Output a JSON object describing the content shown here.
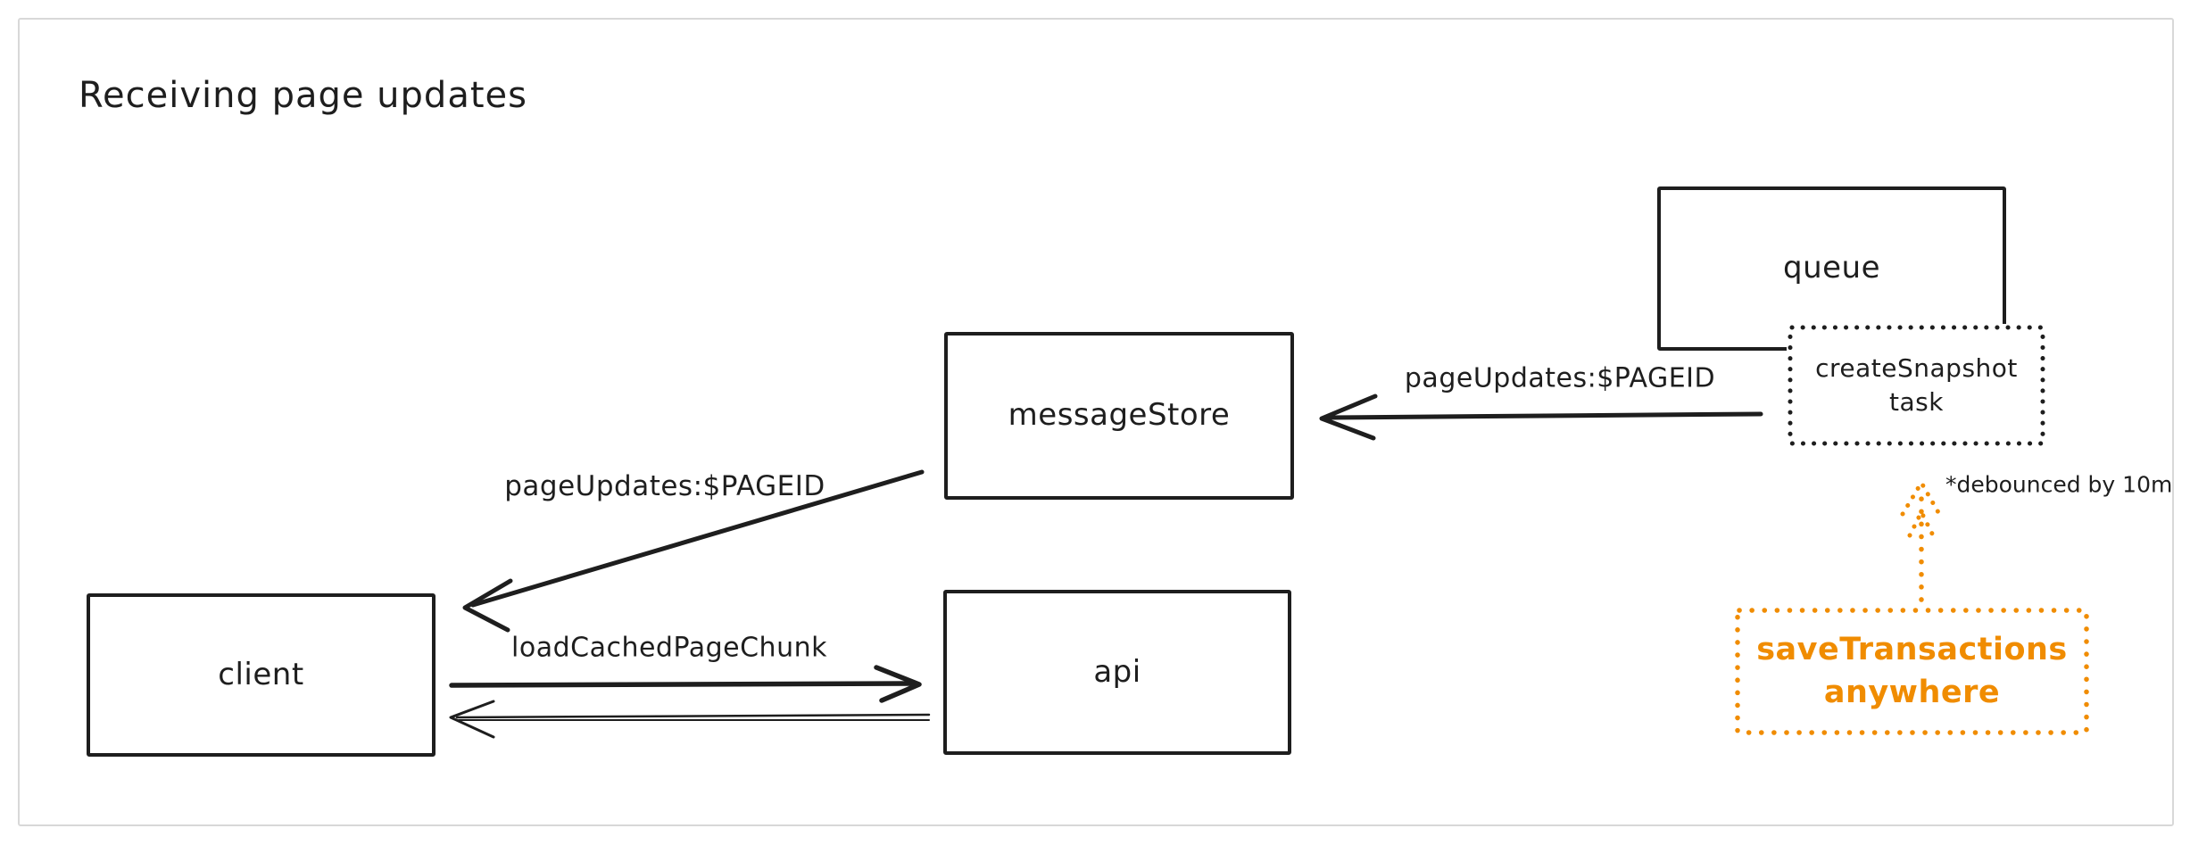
{
  "title": "Receiving page updates",
  "colors": {
    "stroke": "#1e1e1e",
    "accent_orange": "#f08c00",
    "frame_border": "#d8d8d8",
    "background": "#ffffff"
  },
  "nodes": {
    "queue": {
      "label": "queue",
      "style": "solid"
    },
    "create_snapshot_task": {
      "label": "createSnapshot\ntask",
      "style": "dotted"
    },
    "message_store": {
      "label": "messageStore",
      "style": "solid"
    },
    "client": {
      "label": "client",
      "style": "solid"
    },
    "api": {
      "label": "api",
      "style": "solid"
    },
    "save_transactions": {
      "label": "saveTransactions\nanywhere",
      "style": "dotted-orange"
    }
  },
  "edges": {
    "snapshot_to_message_store": {
      "label": "pageUpdates:$PAGEID",
      "direction": "left"
    },
    "message_store_to_client": {
      "label": "pageUpdates:$PAGEID",
      "direction": "down-left"
    },
    "client_to_api": {
      "label": "loadCachedPageChunk",
      "direction": "right"
    },
    "api_to_client": {
      "direction": "left"
    },
    "save_transactions_to_snapshot": {
      "direction": "up"
    }
  },
  "annotations": {
    "debounce_note": "*debounced by 10m"
  }
}
